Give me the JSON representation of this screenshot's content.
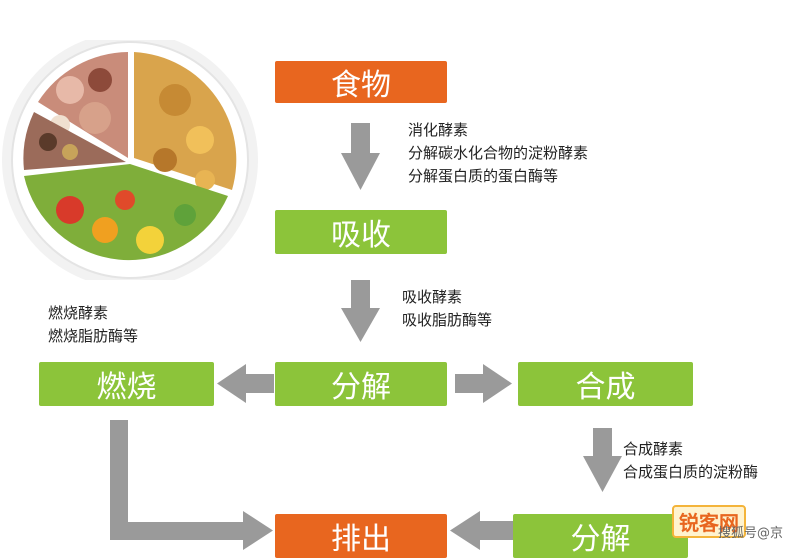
{
  "nodes": {
    "food": "食物",
    "absorb": "吸收",
    "decompose": "分解",
    "burn": "燃烧",
    "synthesize": "合成",
    "excrete": "排出",
    "decompose2": "分解"
  },
  "notes": {
    "digest": [
      "消化酵素",
      "分解碳水化合物的淀粉酵素",
      "分解蛋白质的蛋白酶等"
    ],
    "absorb": [
      "吸收酵素",
      "吸收脂肪酶等"
    ],
    "burn": [
      "燃烧酵素",
      "燃烧脂肪酶等"
    ],
    "synth": [
      "合成酵素",
      "合成蛋白质的淀粉酶"
    ]
  },
  "watermark": {
    "logo": "锐客网",
    "text": "搜狐号@京"
  },
  "colors": {
    "orange": "#e8661f",
    "green": "#8cc43a",
    "arrow": "#9a9a9a"
  }
}
